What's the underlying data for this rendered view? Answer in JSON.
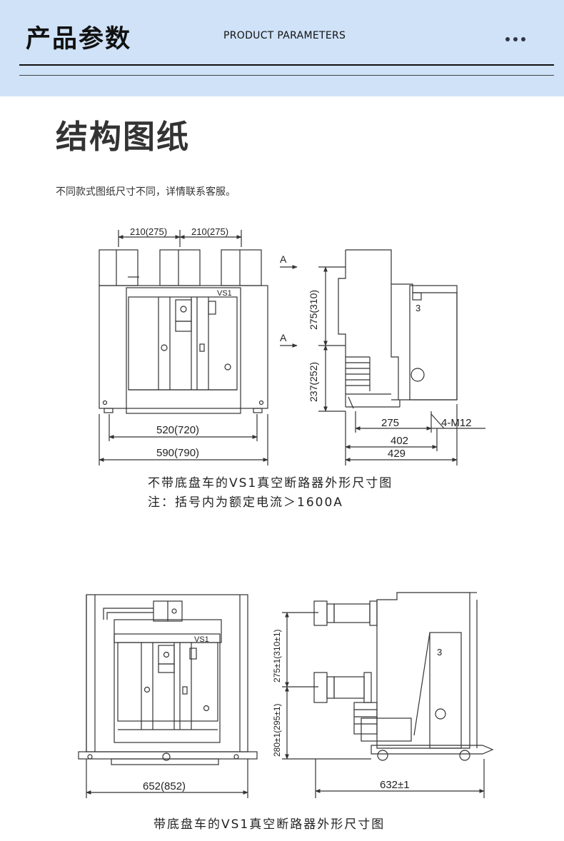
{
  "header": {
    "title": "产品参数",
    "subtitle": "PRODUCT PARAMETERS",
    "menu_icon": "three-dots-icon"
  },
  "section": {
    "title": "结构图纸",
    "note": "不同款式图纸尺寸不同，详情联系客服。"
  },
  "drawing1": {
    "dim_top_left": "210(275)",
    "dim_top_right": "210(275)",
    "dim_inner_width": "520(720)",
    "dim_outer_width": "590(790)",
    "panel_label": "VS1",
    "view_marker_top": "A",
    "view_marker_bottom": "A",
    "dim_upper_height": "275(310)",
    "dim_lower_height": "237(252)",
    "dim_275": "275",
    "dim_402": "402",
    "dim_429": "429",
    "bolt_label": "4-M12",
    "part_number": "3",
    "caption_line1": "不带底盘车的VS1真空断路器外形尺寸图",
    "caption_line2": "注：括号内为额定电流＞1600A"
  },
  "drawing2": {
    "panel_label": "VS1",
    "dim_width": "652(852)",
    "dim_upper_height": "275±1(310±1)",
    "dim_lower_height": "280±1(295±1)",
    "dim_depth": "632±1",
    "part_number": "3",
    "caption": "带底盘车的VS1真空断路器外形尺寸图"
  }
}
